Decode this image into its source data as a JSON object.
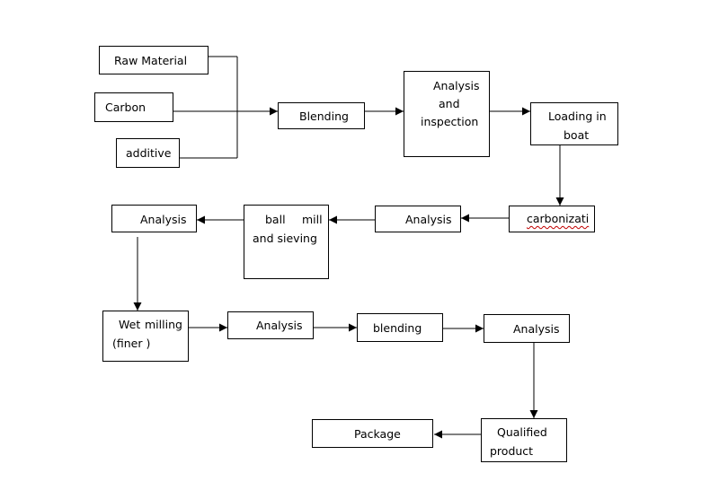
{
  "nodes": {
    "raw_material": "Raw Material",
    "carbon": "Carbon",
    "additive": "additive",
    "blending1": "Blending",
    "analysis_inspection": [
      "Analysis",
      "and",
      "inspection"
    ],
    "loading_boat": [
      "Loading in",
      "boat"
    ],
    "carbonization": "carbonizati",
    "analysis2": "Analysis",
    "ball_mill_sieving": [
      "ball",
      "mill",
      "and sieving"
    ],
    "analysis3": "Analysis",
    "wet_milling": [
      "Wet",
      "milling",
      "(finer )"
    ],
    "analysis4": "Analysis",
    "blending2": "blending",
    "analysis5": "Analysis",
    "qualified_product": [
      "Qualified",
      "product"
    ],
    "package": "Package"
  }
}
